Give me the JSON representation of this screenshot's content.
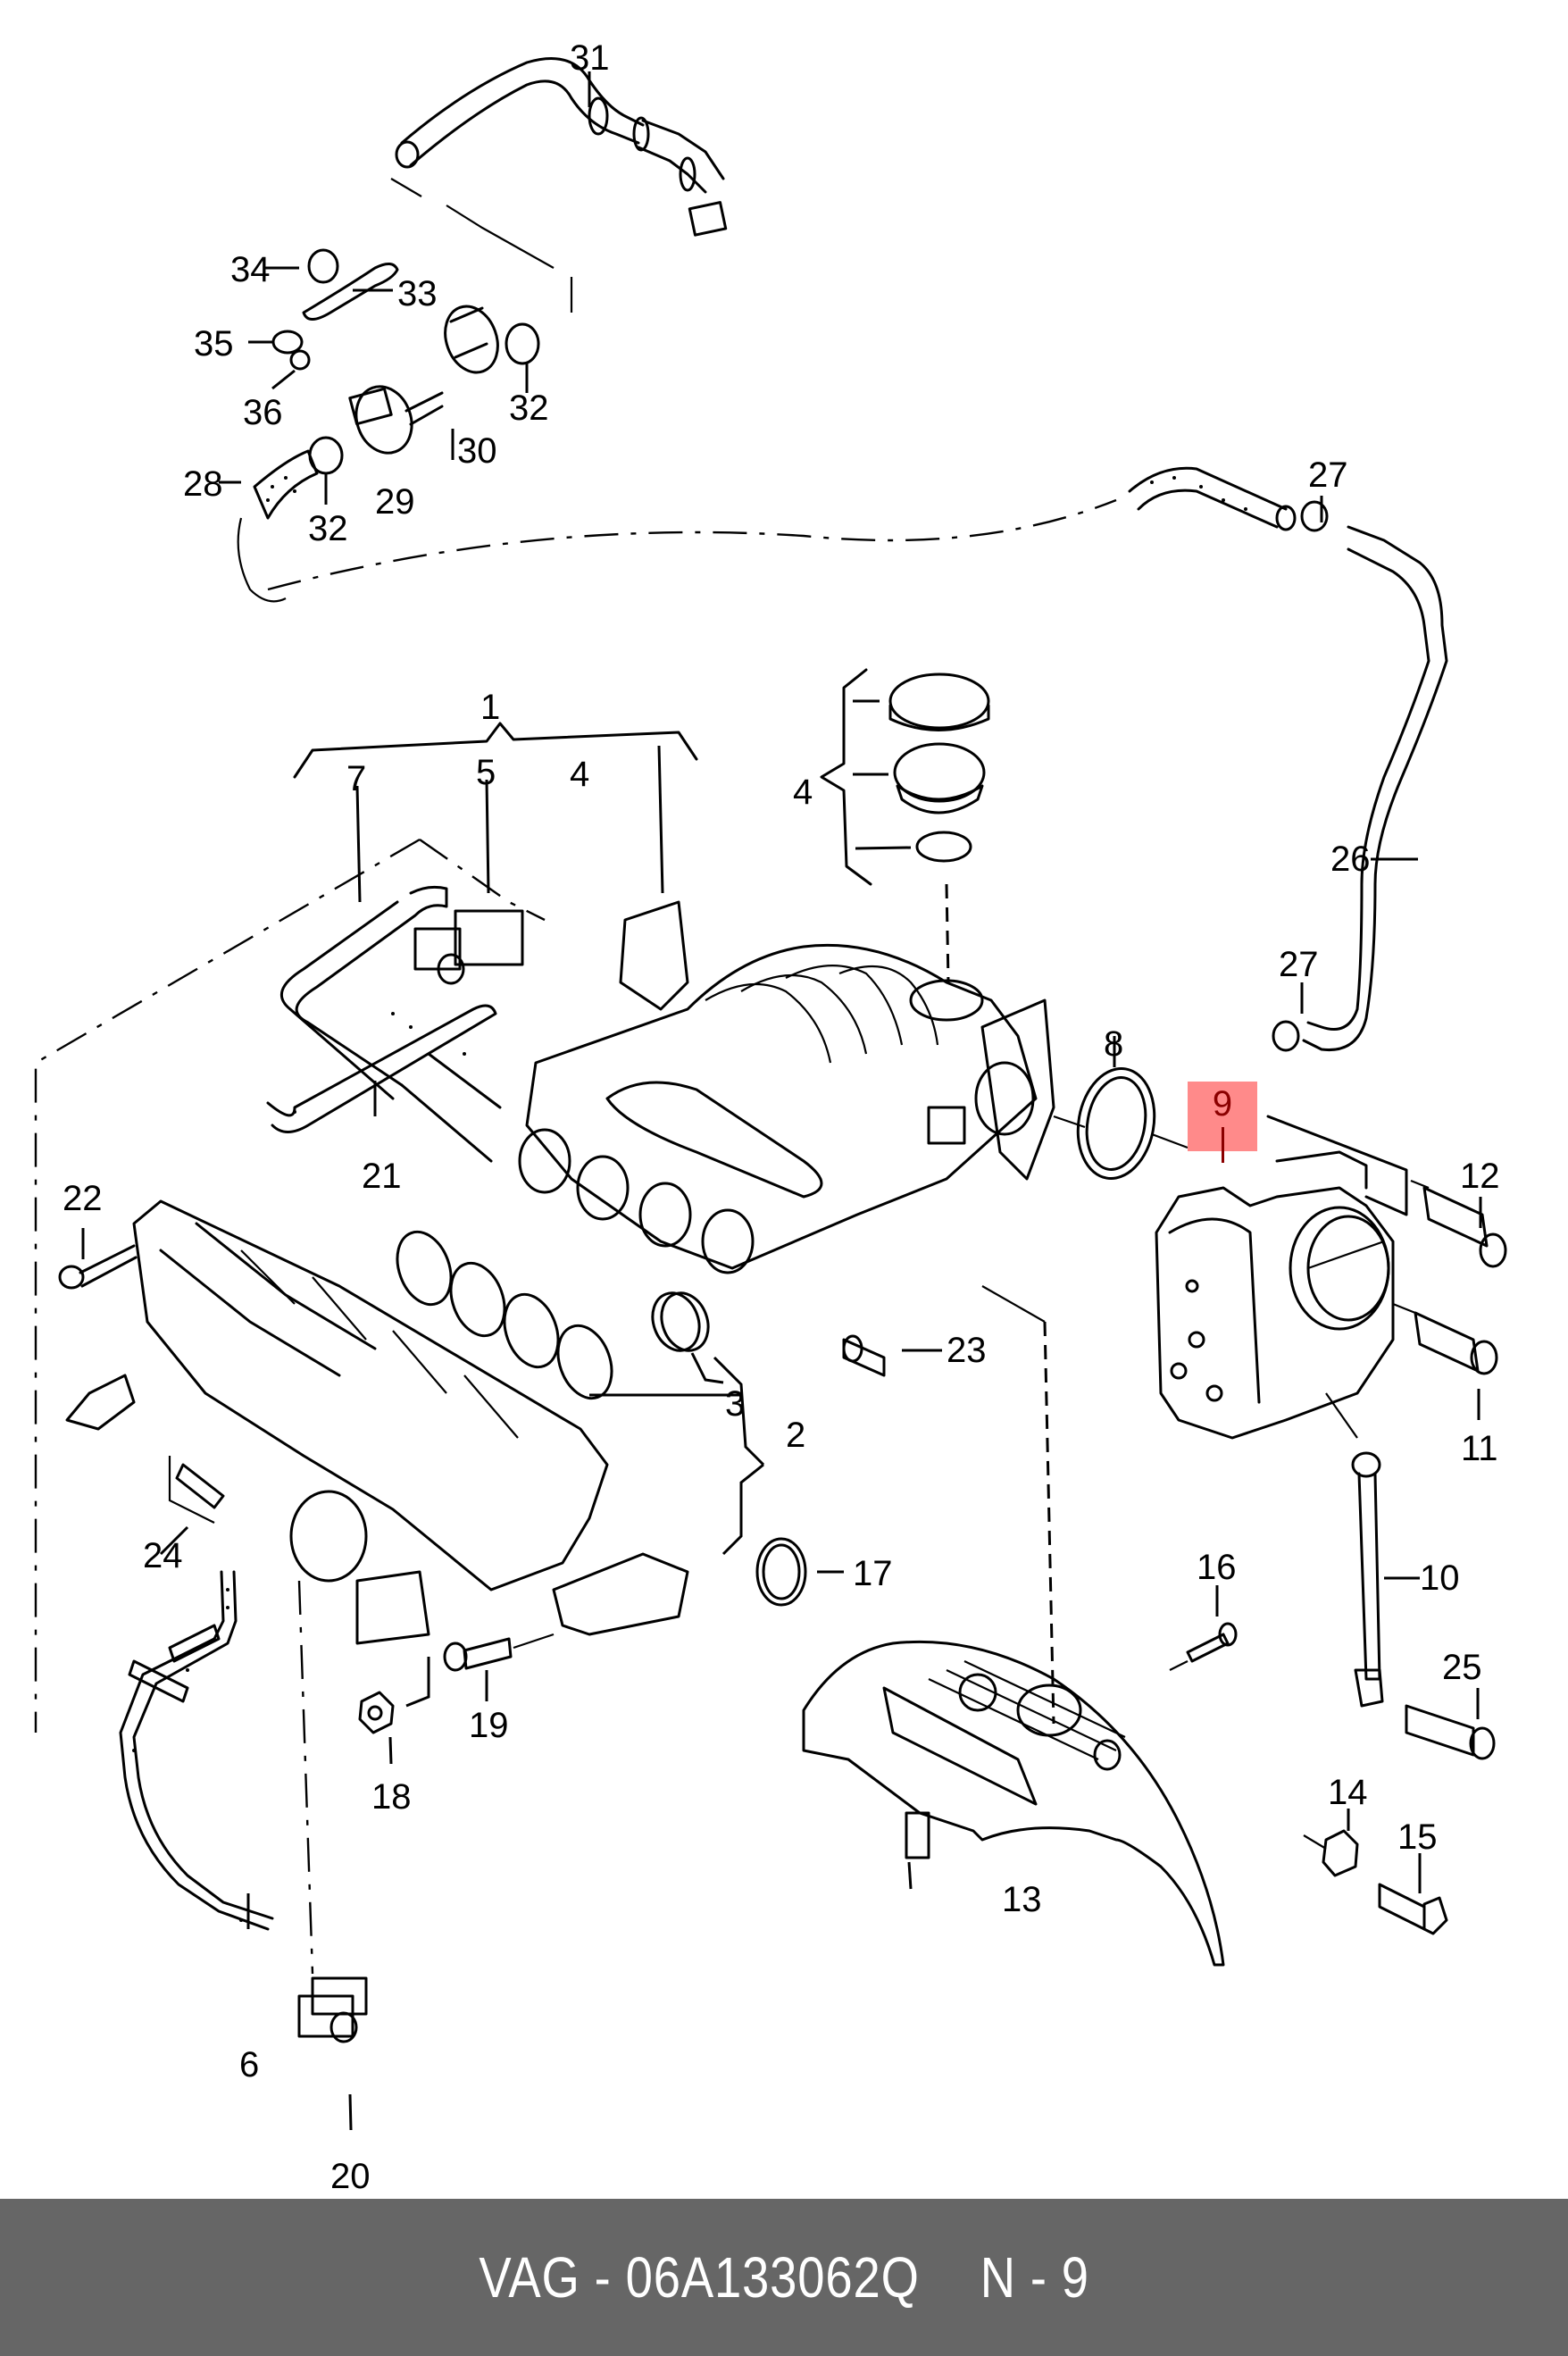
{
  "diagram": {
    "title": "Intake manifold, throttle valve module and crankcase breather – exploded parts diagram",
    "highlighted_part": "9",
    "highlight_color": "#ff8a8a",
    "callouts": [
      {
        "id": "c1",
        "label": "1"
      },
      {
        "id": "c2",
        "label": "2"
      },
      {
        "id": "c3",
        "label": "3"
      },
      {
        "id": "c4a",
        "label": "4"
      },
      {
        "id": "c4b",
        "label": "4"
      },
      {
        "id": "c5",
        "label": "5"
      },
      {
        "id": "c6",
        "label": "6"
      },
      {
        "id": "c7",
        "label": "7"
      },
      {
        "id": "c8",
        "label": "8"
      },
      {
        "id": "c9",
        "label": "9"
      },
      {
        "id": "c10",
        "label": "10"
      },
      {
        "id": "c11",
        "label": "11"
      },
      {
        "id": "c12",
        "label": "12"
      },
      {
        "id": "c13",
        "label": "13"
      },
      {
        "id": "c14",
        "label": "14"
      },
      {
        "id": "c15",
        "label": "15"
      },
      {
        "id": "c16",
        "label": "16"
      },
      {
        "id": "c17",
        "label": "17"
      },
      {
        "id": "c18",
        "label": "18"
      },
      {
        "id": "c19",
        "label": "19"
      },
      {
        "id": "c20",
        "label": "20"
      },
      {
        "id": "c21",
        "label": "21"
      },
      {
        "id": "c22",
        "label": "22"
      },
      {
        "id": "c23",
        "label": "23"
      },
      {
        "id": "c24",
        "label": "24"
      },
      {
        "id": "c25",
        "label": "25"
      },
      {
        "id": "c26",
        "label": "26"
      },
      {
        "id": "c27a",
        "label": "27"
      },
      {
        "id": "c27b",
        "label": "27"
      },
      {
        "id": "c28",
        "label": "28"
      },
      {
        "id": "c29",
        "label": "29"
      },
      {
        "id": "c30",
        "label": "30"
      },
      {
        "id": "c31",
        "label": "31"
      },
      {
        "id": "c32a",
        "label": "32"
      },
      {
        "id": "c32b",
        "label": "32"
      },
      {
        "id": "c33",
        "label": "33"
      },
      {
        "id": "c34",
        "label": "34"
      },
      {
        "id": "c35",
        "label": "35"
      },
      {
        "id": "c36",
        "label": "36"
      }
    ]
  },
  "footer": {
    "brand": "VAG",
    "separator": "-",
    "part_number": "06A133062Q",
    "position_label": "N - 9"
  }
}
